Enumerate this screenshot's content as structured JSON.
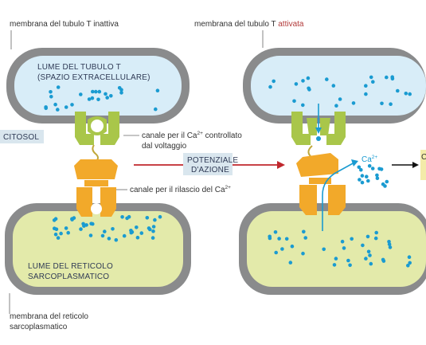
{
  "labels": {
    "inactive_membrane": "membrana del tubulo T inattiva",
    "active_membrane_prefix": "membrana del tubulo T ",
    "active_membrane_word": "attivata",
    "t_tubule_lumen_line1": "LUME DEL TUBULO T",
    "t_tubule_lumen_line2": "(SPAZIO EXTRACELLULARE)",
    "cytosol": "CITOSOL",
    "voltage_channel_line1_prefix": "canale per il Ca",
    "voltage_channel_line1_sup": "2+",
    "voltage_channel_line1_suffix": " controllato",
    "voltage_channel_line2": "dal voltaggio",
    "action_potential_line1": "POTENZIALE",
    "action_potential_line2": "D'AZIONE",
    "release_channel_prefix": "canale per il rilascio del Ca",
    "release_channel_sup": "2+",
    "sr_lumen_line1": "LUME DEL RETICOLO",
    "sr_lumen_line2": "SARCOPLASMATICO",
    "sr_membrane_line1": "membrana del reticolo",
    "sr_membrane_line2": "sarcoplasmatico",
    "ca_ion": "Ca",
    "ca_ion_sup": "2+",
    "cut_off_letter": "C"
  },
  "colors": {
    "membrane": "#8a8b8c",
    "t_tubule_lumen": "#d8edf8",
    "sr_lumen": "#e3eaaa",
    "voltage_channel": "#a9c64a",
    "release_channel": "#f2a92a",
    "calcium": "#1a9bd1",
    "arrow_red": "#c0272d",
    "label_box": "#d9e6ee",
    "cut_box": "#f3eba9"
  }
}
